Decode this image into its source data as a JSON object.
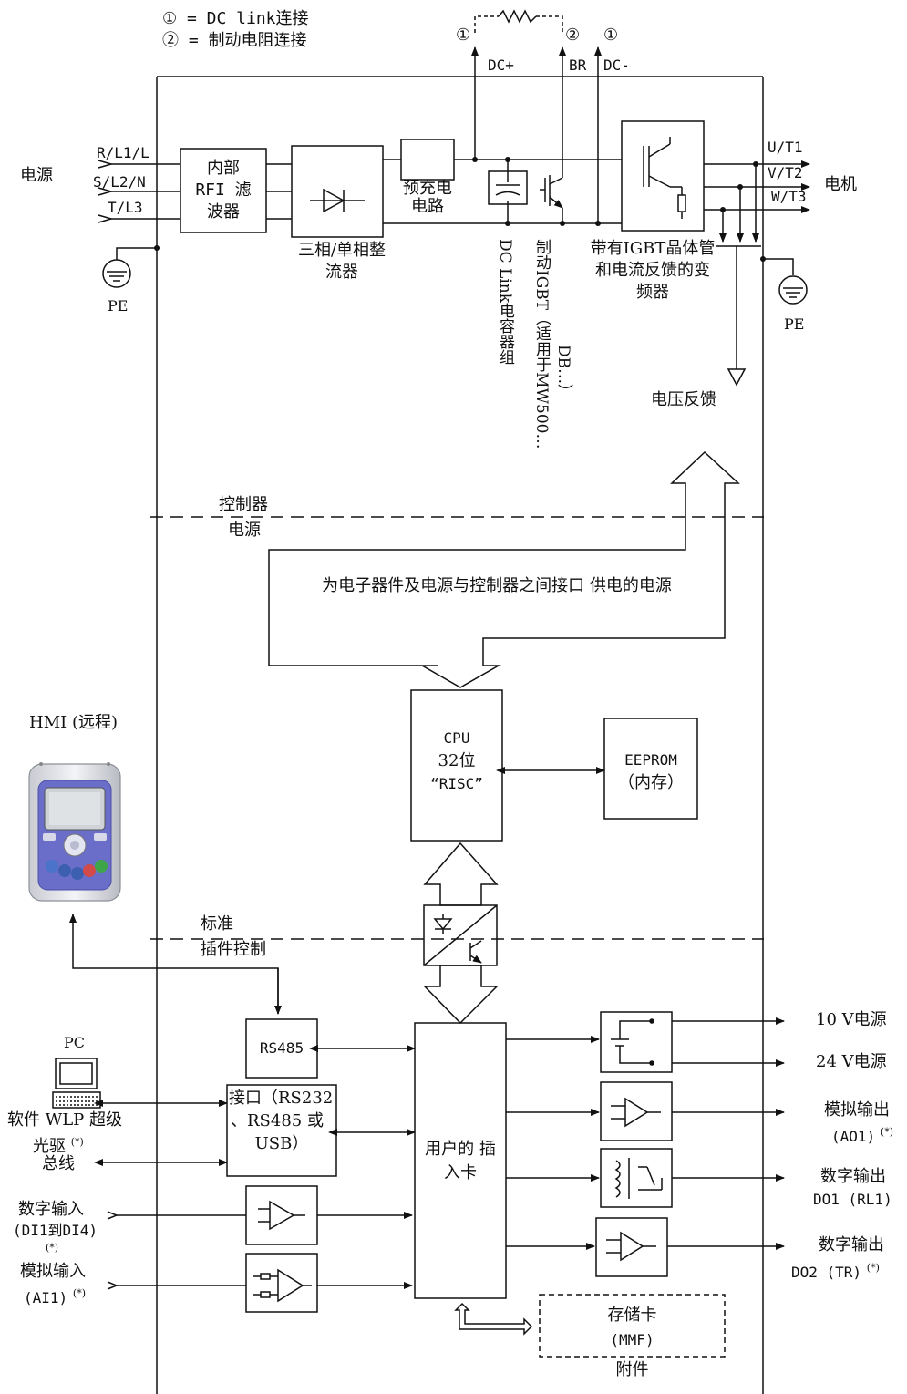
{
  "legend": {
    "dc_link": "① = DC link连接",
    "brake": "② = 制动电阻连接"
  },
  "terminals": {
    "marker1": "①",
    "marker2": "②",
    "marker3": "①",
    "dc_plus": "DC+",
    "br": "BR",
    "dc_minus": "DC-"
  },
  "power_in": {
    "label": "电源",
    "r": "R/L1/L",
    "s": "S/L2/N",
    "t": "T/L3",
    "pe": "PE"
  },
  "rfi": {
    "l1": "内部",
    "l2": "RFI 滤",
    "l3": "波器"
  },
  "rectifier": {
    "l1": "三相/单相整",
    "l2": "流器"
  },
  "precharge": {
    "l1": "预充电",
    "l2": "电路"
  },
  "dc_caps": "DC Link电容器组",
  "brake_igbt": {
    "l1": "制动IGBT（适用于MW500…",
    "l2": "DB…）"
  },
  "inverter": {
    "l1": "带有IGBT晶体管",
    "l2": "和电流反馈的变",
    "l3": "频器"
  },
  "motor": {
    "label": "电机",
    "u": "U/T1",
    "v": "V/T2",
    "w": "W/T3",
    "pe": "PE"
  },
  "voltage_feedback": "电压反馈",
  "controller_power": {
    "l1": "控制器",
    "l2": "电源"
  },
  "psu_text": "为电子器件及电源与控制器之间接口 供电的电源",
  "cpu": {
    "l1": "CPU",
    "l2": "32位",
    "l3": "“RISC”"
  },
  "eeprom": {
    "l1": "EEPROM",
    "l2": "（内存）"
  },
  "hmi": {
    "label": "HMI (远程)"
  },
  "standard": {
    "l1": "标准",
    "l2": "插件控制"
  },
  "rs485": "RS485",
  "interface": {
    "l1": "接口（RS232",
    "l2": "、RS485 或",
    "l3": "USB）"
  },
  "user_card": {
    "l1": "用户的 插",
    "l2": "入卡"
  },
  "pc": {
    "label": "PC",
    "software": "软件 WLP 超级",
    "drive": "光驱",
    "bus": "总线"
  },
  "inputs": {
    "digital_l1": "数字输入",
    "digital_l2": "(DI1到DI4)",
    "analog_l1": "模拟输入",
    "analog_l2": "(AI1)"
  },
  "outputs": {
    "v10": "10 V电源",
    "v24": "24 V电源",
    "analog_l1": "模拟输出",
    "analog_l2": "(AO1)",
    "relay_l1": "数字输出",
    "relay_l2": "DO1 (RL1)",
    "tr_l1": "数字输出",
    "tr_l2": "DO2 (TR)"
  },
  "memory": {
    "l1": "存储卡",
    "l2": "(MMF)",
    "l3": "附件"
  },
  "optional_mark": "(*)"
}
